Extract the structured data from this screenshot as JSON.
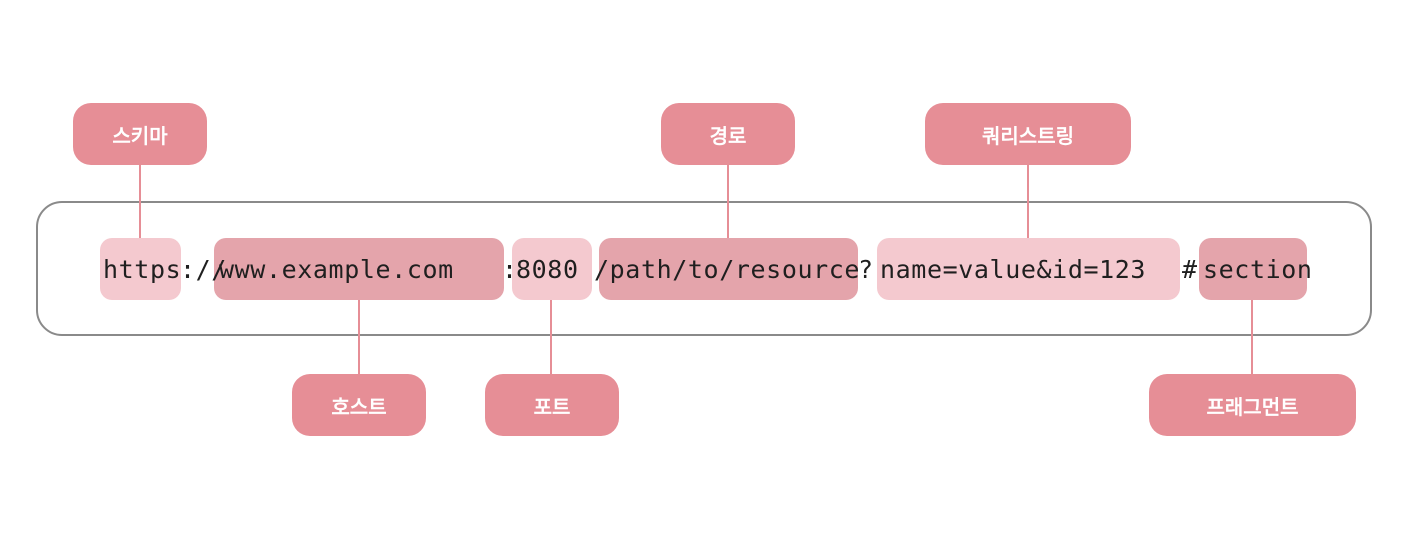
{
  "url_parts": {
    "scheme": "https",
    "sep1": "://",
    "host": "www.example.com",
    "sep2": ":",
    "port": "8080",
    "path": "/path/to/resource",
    "sep3": "?",
    "query": "name=value&id=123",
    "sep4": "#",
    "fragment": "section"
  },
  "labels": {
    "scheme": "스키마",
    "host": "호스트",
    "port": "포트",
    "path": "경로",
    "query": "쿼리스트링",
    "fragment": "프래그먼트"
  },
  "colors": {
    "label_bg": "#e68e96",
    "highlight_light": "#f4c9cf",
    "highlight_dark": "#e4a4ab",
    "box_border": "#8a8a8a"
  }
}
